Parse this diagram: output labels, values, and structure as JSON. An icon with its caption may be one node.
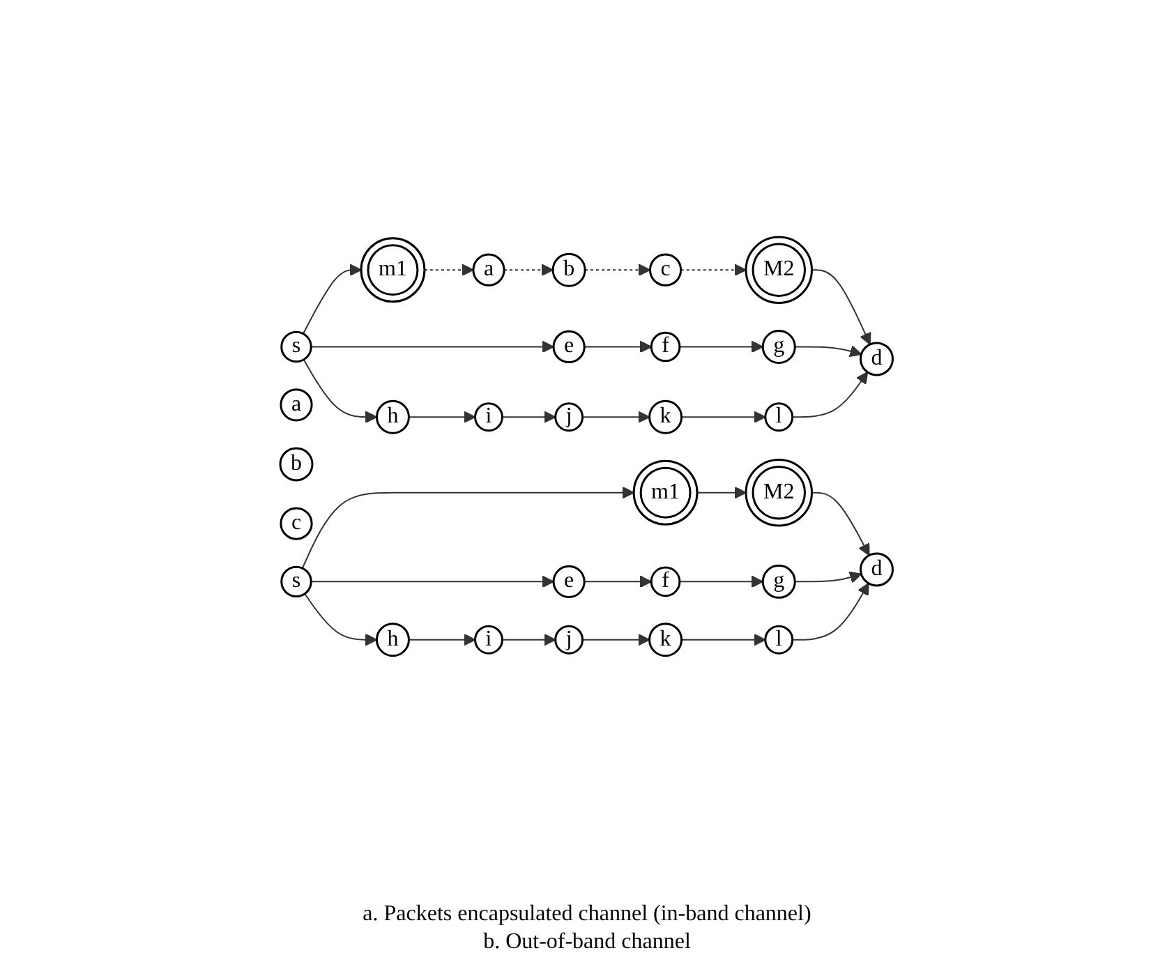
{
  "diagram": {
    "nodes": [
      {
        "text": [
          "m1"
        ]
      },
      {
        "text": [
          "a"
        ]
      },
      {
        "text": [
          "b"
        ]
      },
      {
        "text": [
          "c"
        ]
      },
      {
        "text": [
          "M2"
        ]
      },
      {
        "text": [
          "s"
        ]
      },
      {
        "text": [
          "e"
        ]
      },
      {
        "text": [
          "f"
        ]
      },
      {
        "text": [
          "g"
        ]
      },
      {
        "text": [
          "d"
        ]
      },
      {
        "text": [
          "h"
        ]
      },
      {
        "text": [
          "i"
        ]
      },
      {
        "text": [
          "j"
        ]
      },
      {
        "text": [
          "k"
        ]
      },
      {
        "text": [
          "l"
        ]
      },
      {
        "text": [
          "m1"
        ]
      },
      {
        "text": [
          "a"
        ]
      },
      {
        "text": [
          "b"
        ]
      },
      {
        "text": [
          "c"
        ]
      },
      {
        "text": [
          "M2"
        ]
      },
      {
        "text": [
          "s"
        ]
      },
      {
        "text": [
          "e"
        ]
      },
      {
        "text": [
          "f"
        ]
      },
      {
        "text": [
          "g"
        ]
      },
      {
        "text": [
          "d"
        ]
      },
      {
        "text": [
          "h"
        ]
      },
      {
        "text": [
          "i"
        ]
      },
      {
        "text": [
          "j"
        ]
      },
      {
        "text": [
          "k"
        ]
      },
      {
        "text": [
          "l"
        ]
      }
    ],
    "edges": [
      {
        "from": 5,
        "to": 0,
        "arrow": "to"
      },
      {
        "from": 0,
        "to": 1,
        "arrow": "to",
        "style": "dashed"
      },
      {
        "from": 1,
        "to": 2,
        "arrow": "to",
        "style": "dashed"
      },
      {
        "from": 2,
        "to": 3,
        "arrow": "to",
        "style": "dashed"
      },
      {
        "from": 3,
        "to": 4,
        "arrow": "to",
        "style": "dashed"
      },
      {
        "from": 4,
        "to": 9,
        "arrow": "to"
      },
      {
        "from": 5,
        "to": 6,
        "arrow": "to"
      },
      {
        "from": 6,
        "to": 7,
        "arrow": "to"
      },
      {
        "from": 7,
        "to": 8,
        "arrow": "to"
      },
      {
        "from": 8,
        "to": 9,
        "arrow": "to"
      },
      {
        "from": 5,
        "to": 10,
        "arrow": "to"
      },
      {
        "from": 10,
        "to": 11,
        "arrow": "to"
      },
      {
        "from": 11,
        "to": 12,
        "arrow": "to"
      },
      {
        "from": 12,
        "to": 13,
        "arrow": "to"
      },
      {
        "from": 13,
        "to": 14,
        "arrow": "to"
      },
      {
        "from": 14,
        "to": 9,
        "arrow": "to"
      },
      {
        "from": 20,
        "to": 15,
        "arrow": "to"
      },
      {
        "from": 15,
        "to": 19,
        "arrow": "to"
      },
      {
        "from": 19,
        "to": 24,
        "arrow": "to"
      },
      {
        "from": 20,
        "to": 21,
        "arrow": "to"
      },
      {
        "from": 21,
        "to": 22,
        "arrow": "to"
      },
      {
        "from": 22,
        "to": 23,
        "arrow": "to"
      },
      {
        "from": 23,
        "to": 24,
        "arrow": "to"
      },
      {
        "from": 20,
        "to": 25,
        "arrow": "to"
      },
      {
        "from": 25,
        "to": 26,
        "arrow": "to"
      },
      {
        "from": 26,
        "to": 27,
        "arrow": "to"
      },
      {
        "from": 27,
        "to": 28,
        "arrow": "to"
      },
      {
        "from": 28,
        "to": 29,
        "arrow": "to"
      },
      {
        "from": 29,
        "to": 24,
        "arrow": "to"
      }
    ],
    "labels": [
      "a. Packets encapsulated channel (in-band channel)",
      "b. Out-of-band channel"
    ]
  }
}
